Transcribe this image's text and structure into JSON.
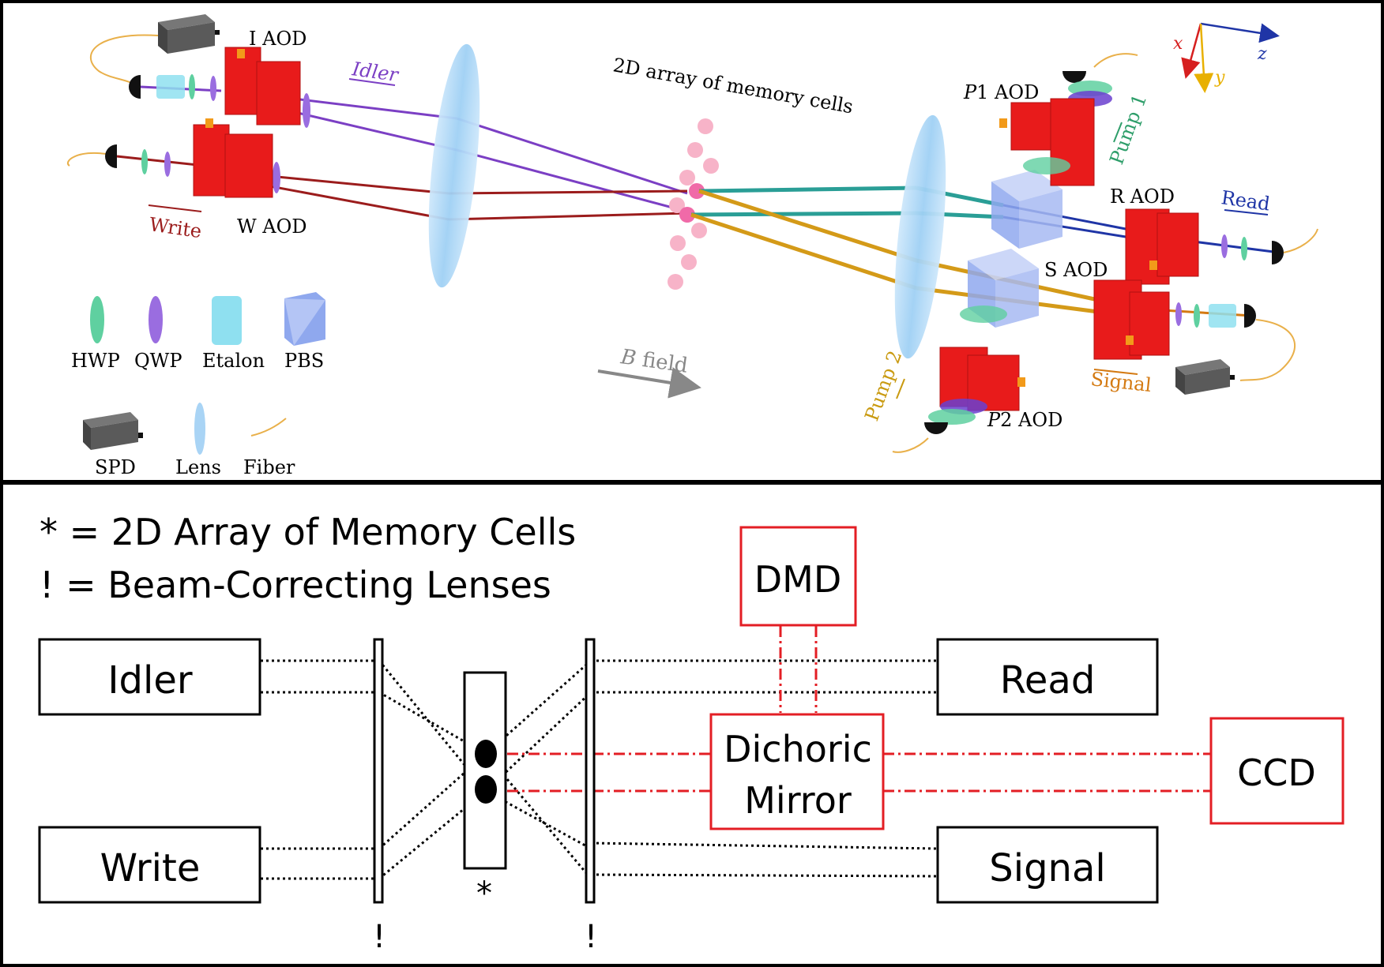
{
  "colors": {
    "idler": "#7b3fc4",
    "write": "#9b1c1c",
    "read": "#1f35a6",
    "signal": "#d47a12",
    "pump1": "#2e9e6a",
    "pump2": "#c99a10",
    "aod": "#e81b1b",
    "lens": "#a9d4f5",
    "hwp": "#5fd0a0",
    "qwp": "#9a6de0",
    "etalon": "#8fe0f0",
    "pbs": "#8fa8ee",
    "spd": "#555555",
    "fiber": "#e9b04a",
    "cell": "#f7b3c8",
    "box_red": "#e31e24",
    "box_black": "#000000",
    "bfield": "#888888"
  },
  "top": {
    "aod_labels": {
      "i_aod": "I AOD",
      "w_aod": "W AOD",
      "p1_prefix": "P",
      "p1_rest": "1 AOD",
      "p2_prefix": "P",
      "p2_rest": "2 AOD",
      "r_aod": "R AOD",
      "s_aod": "S AOD"
    },
    "beam_labels": {
      "idler": "Idler",
      "write": "Write",
      "read": "Read",
      "signal": "Signal",
      "pump1": "Pump 1",
      "pump2": "Pump 2"
    },
    "array_label": "2D array of memory cells",
    "b_field": {
      "italic": "B",
      "rest": " field"
    },
    "axes": {
      "x": "x",
      "y": "y",
      "z": "z"
    },
    "legend": [
      {
        "label": "HWP",
        "icon": "hwp-icon"
      },
      {
        "label": "QWP",
        "icon": "qwp-icon"
      },
      {
        "label": "Etalon",
        "icon": "etalon-icon"
      },
      {
        "label": "PBS",
        "icon": "pbs-icon"
      },
      {
        "label": "SPD",
        "icon": "spd-icon"
      },
      {
        "label": "Lens",
        "icon": "lens-icon"
      },
      {
        "label": "Fiber",
        "icon": "fiber-icon"
      }
    ]
  },
  "bottom": {
    "legend_line1": "* = 2D Array of Memory Cells",
    "legend_line2": "! = Beam-Correcting Lenses",
    "boxes": {
      "idler": "Idler",
      "write": "Write",
      "read": "Read",
      "signal": "Signal",
      "dmd": "DMD",
      "dichroic_line1": "Dichoric",
      "dichroic_line2": "Mirror",
      "ccd": "CCD"
    },
    "marks": {
      "array_star": "*",
      "lens_left": "!",
      "lens_right": "!"
    }
  }
}
